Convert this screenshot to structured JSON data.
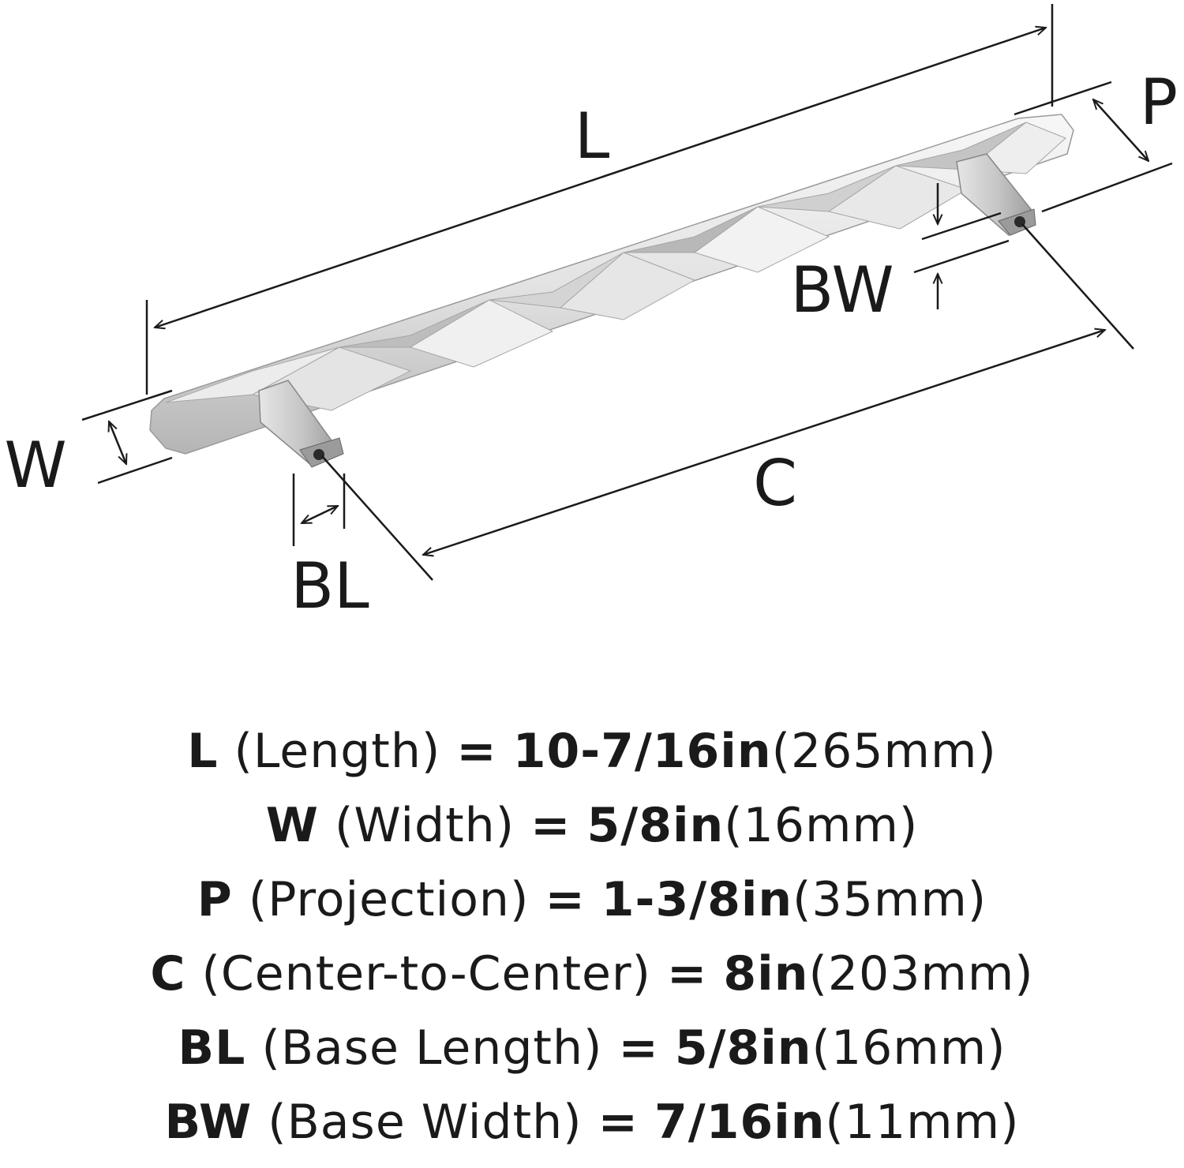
{
  "diagram": {
    "labels": {
      "L": "L",
      "W": "W",
      "P": "P",
      "C": "C",
      "BL": "BL",
      "BW": "BW"
    },
    "colors": {
      "line": "#1a1a1a",
      "bar_light": "#f4f4f4",
      "bar_mid": "#d9d9d9",
      "bar_dark": "#a9a9a9",
      "base": "#bdbdbd"
    }
  },
  "specs": [
    {
      "abbr": "L",
      "desc": "(Length)",
      "eq": "=",
      "value": "10-7/16in",
      "metric": "(265mm)"
    },
    {
      "abbr": "W",
      "desc": "(Width)",
      "eq": "=",
      "value": "5/8in",
      "metric": "(16mm)"
    },
    {
      "abbr": "P",
      "desc": "(Projection)",
      "eq": "=",
      "value": "1-3/8in",
      "metric": "(35mm)"
    },
    {
      "abbr": "C",
      "desc": "(Center-to-Center)",
      "eq": "=",
      "value": "8in",
      "metric": "(203mm)"
    },
    {
      "abbr": "BL",
      "desc": "(Base Length)",
      "eq": "=",
      "value": "5/8in",
      "metric": "(16mm)"
    },
    {
      "abbr": "BW",
      "desc": "(Base Width)",
      "eq": "=",
      "value": "7/16in",
      "metric": "(11mm)"
    }
  ]
}
